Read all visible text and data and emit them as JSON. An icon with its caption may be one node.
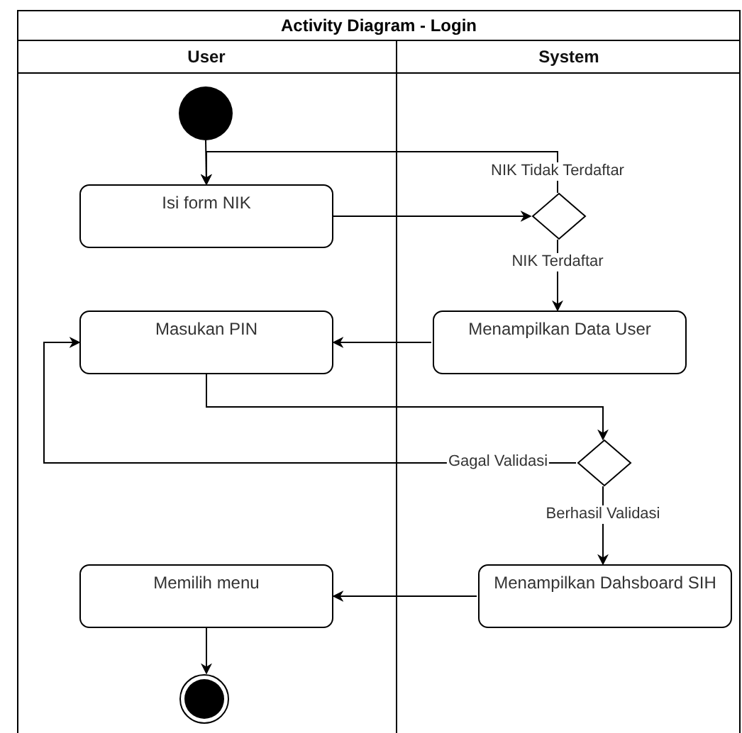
{
  "diagram": {
    "nodes": [
      {
        "text": [
          "Activity Diagram - Login"
        ]
      },
      {
        "text": [
          "User"
        ],
        "in": 0
      },
      {
        "text": [
          "System"
        ],
        "in": 0
      },
      {
        "text": [],
        "shape": "circle",
        "in": 1
      },
      {
        "text": [
          "Isi form NIK"
        ],
        "in": 1
      },
      {
        "text": [],
        "shape": "diamond",
        "in": 2
      },
      {
        "text": [
          "Menampilkan Data User"
        ],
        "in": 2
      },
      {
        "text": [
          "Masukan PIN"
        ],
        "in": 1
      },
      {
        "text": [],
        "shape": "diamond",
        "in": 2
      },
      {
        "text": [
          "Menampilkan Dahsboard SIH"
        ],
        "in": 2
      },
      {
        "text": [
          "Memilih menu"
        ],
        "in": 1
      },
      {
        "text": [],
        "shape": "circle",
        "in": 1
      }
    ],
    "edges": [
      {
        "from": 3,
        "to": 4,
        "arrow": "to"
      },
      {
        "from": 4,
        "to": 5,
        "arrow": "to"
      },
      {
        "from": 5,
        "to": 4,
        "arrow": "to",
        "label": "NIK Tidak Terdaftar"
      },
      {
        "from": 5,
        "to": 6,
        "arrow": "to",
        "label": "NIK Terdaftar"
      },
      {
        "from": 6,
        "to": 7,
        "arrow": "to"
      },
      {
        "from": 7,
        "to": 8,
        "arrow": "to"
      },
      {
        "from": 8,
        "to": 7,
        "arrow": "to",
        "label": "Gagal Validasi"
      },
      {
        "from": 8,
        "to": 9,
        "arrow": "to",
        "label": "Berhasil Validasi"
      },
      {
        "from": 9,
        "to": 10,
        "arrow": "to"
      },
      {
        "from": 10,
        "to": 11,
        "arrow": "to"
      }
    ]
  }
}
